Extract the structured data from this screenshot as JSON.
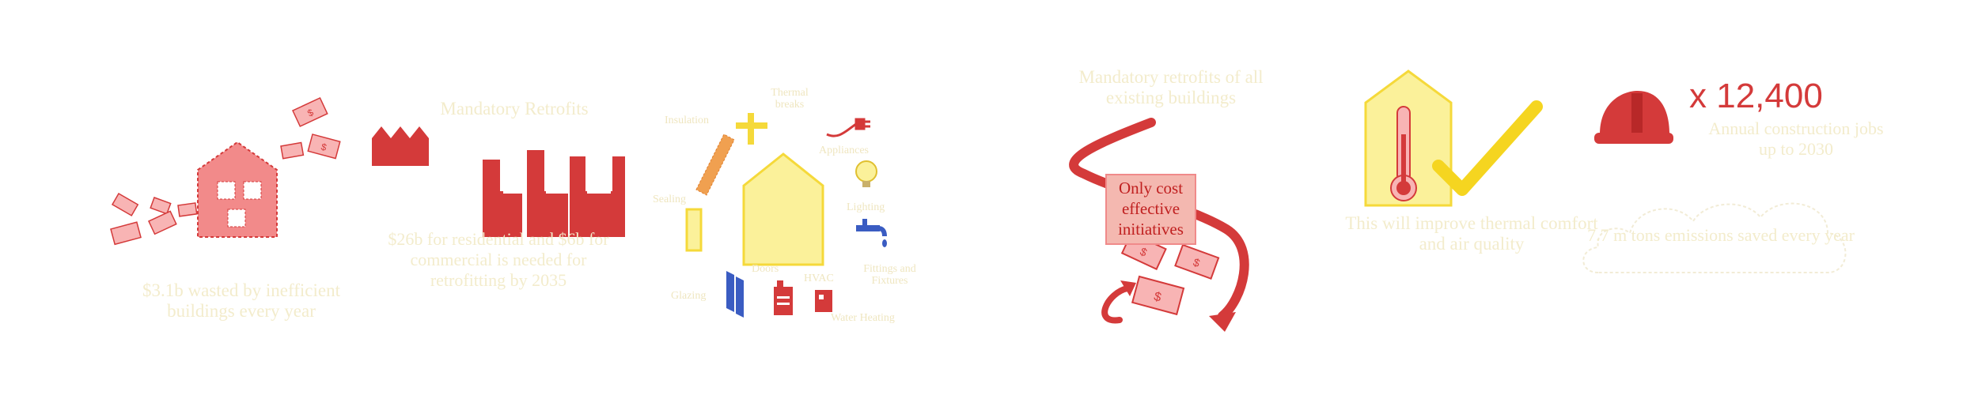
{
  "panel1": {
    "caption": "$3.1b wasted by inefficient buildings every year"
  },
  "panel2": {
    "title": "Mandatory Retrofits",
    "caption": "$26b for residential and $6b for commercial is needed for retrofitting by 2035"
  },
  "panel3": {
    "labels": {
      "thermal_breaks": "Thermal breaks",
      "insulation": "Insulation",
      "appliances": "Appliances",
      "sealing": "Sealing",
      "lighting": "Lighting",
      "doors": "Doors",
      "fittings": "Fittings and Fixtures",
      "glazing": "Glazing",
      "hvac": "HVAC",
      "water_heating": "Water Heating"
    }
  },
  "panel4": {
    "title": "Mandatory retrofits of all existing buildings",
    "box_text": "Only cost effective initiatives"
  },
  "panel5": {
    "caption": "This will improve thermal comfort and air quality"
  },
  "panel6": {
    "jobs_count": "x 12,400",
    "jobs_caption": "Annual construction jobs up to 2030",
    "emissions_caption": "7.7  m  tons  emissions  saved every year"
  },
  "colors": {
    "red": "#d43a3a",
    "pink": "#f08a8a",
    "yellow": "#f5e84a",
    "pale_yellow": "#fbf19a",
    "blue": "#3a5cc2",
    "faint_text": "#f0e8c4"
  }
}
